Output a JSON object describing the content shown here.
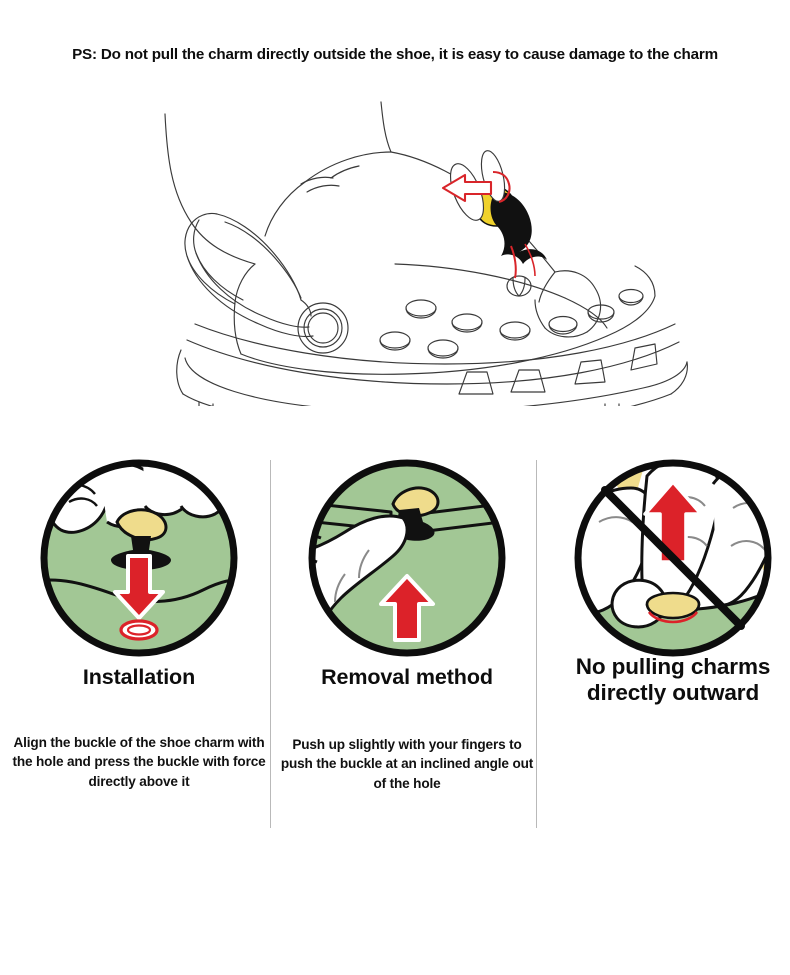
{
  "note": {
    "prefix": "PS:",
    "text": "PS: Do not pull the charm directly outside the shoe, it is easy to cause damage to the charm"
  },
  "hero": {
    "name": "hand removing charm from clog shoe",
    "description": "Line drawing of a side view clog shoe with ventilation holes, heel strap and pivot rivet, with a hand above pulling a yellow charm with a black buckle outward; a red outlined arrow points away from the shoe."
  },
  "colors": {
    "circle_background_green": "#A2C795",
    "circle_outline_black": "#0d0d0d",
    "arrow_red": "#DC2229",
    "charm_yellow": "#EFDC8C",
    "buckle_black": "#111111",
    "skin_white": "#ffffff",
    "divider_gray": "#b9b9b9",
    "line_art": "#3a3a3a"
  },
  "panels": [
    {
      "id": "installation",
      "title": "Installation",
      "title_lines": [
        "Installation"
      ],
      "body": "Align the buckle of the shoe charm with the hole and press the buckle with force directly above it",
      "body_lines": [
        "Align the buckle of the shoe charm",
        "with the hole and press the buckle",
        "with force directly above it"
      ],
      "illustration": {
        "name": "fingers pressing charm into hole",
        "arrow_direction": "down",
        "arrow_color": "#DC2229",
        "has_prohibition_slash": false,
        "target": "red outlined hole in shoe"
      }
    },
    {
      "id": "removal-method",
      "title": "Removal method",
      "title_lines": [
        "Removal method"
      ],
      "body": "Push up slightly with your fingers to push the buckle at an inclined angle out of the hole",
      "body_lines": [
        "Push up slightly with your fingers",
        "to push the buckle at an inclined",
        "angle out of the hole"
      ],
      "illustration": {
        "name": "finger pushing buckle up from inside",
        "arrow_direction": "up",
        "arrow_color": "#DC2229",
        "has_prohibition_slash": false,
        "target": "buckle tilted out of the hole"
      }
    },
    {
      "id": "no-pulling-outward",
      "title": "No pulling charms directly outward",
      "title_lines": [
        "No pulling charms",
        "directly outward"
      ],
      "body": "",
      "body_lines": [],
      "illustration": {
        "name": "fingers pulling charm outward crossed out",
        "arrow_direction": "up",
        "arrow_color": "#DC2229",
        "has_prohibition_slash": true,
        "target": "charm being pulled off the shoe surface"
      }
    }
  ]
}
